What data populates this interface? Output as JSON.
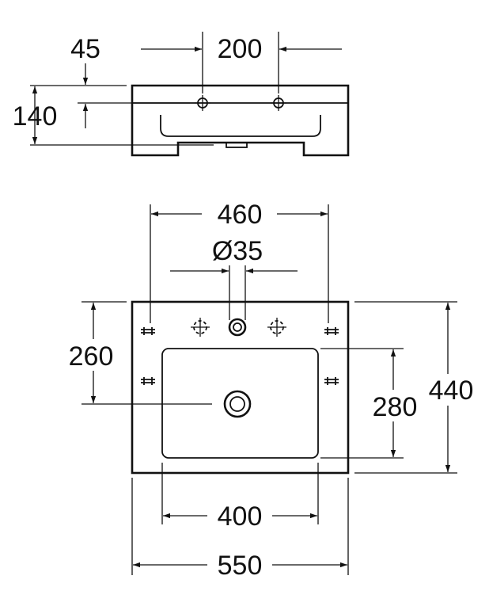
{
  "dimensions": {
    "side_top_offset": "45",
    "tap_spacing": "200",
    "side_height": "140",
    "tap_outer_spacing": "460",
    "tap_hole_diameter": "Ø35",
    "front_depth_to_bowl": "260",
    "bowl_depth": "280",
    "overall_depth": "440",
    "bowl_width": "400",
    "overall_width": "550"
  }
}
